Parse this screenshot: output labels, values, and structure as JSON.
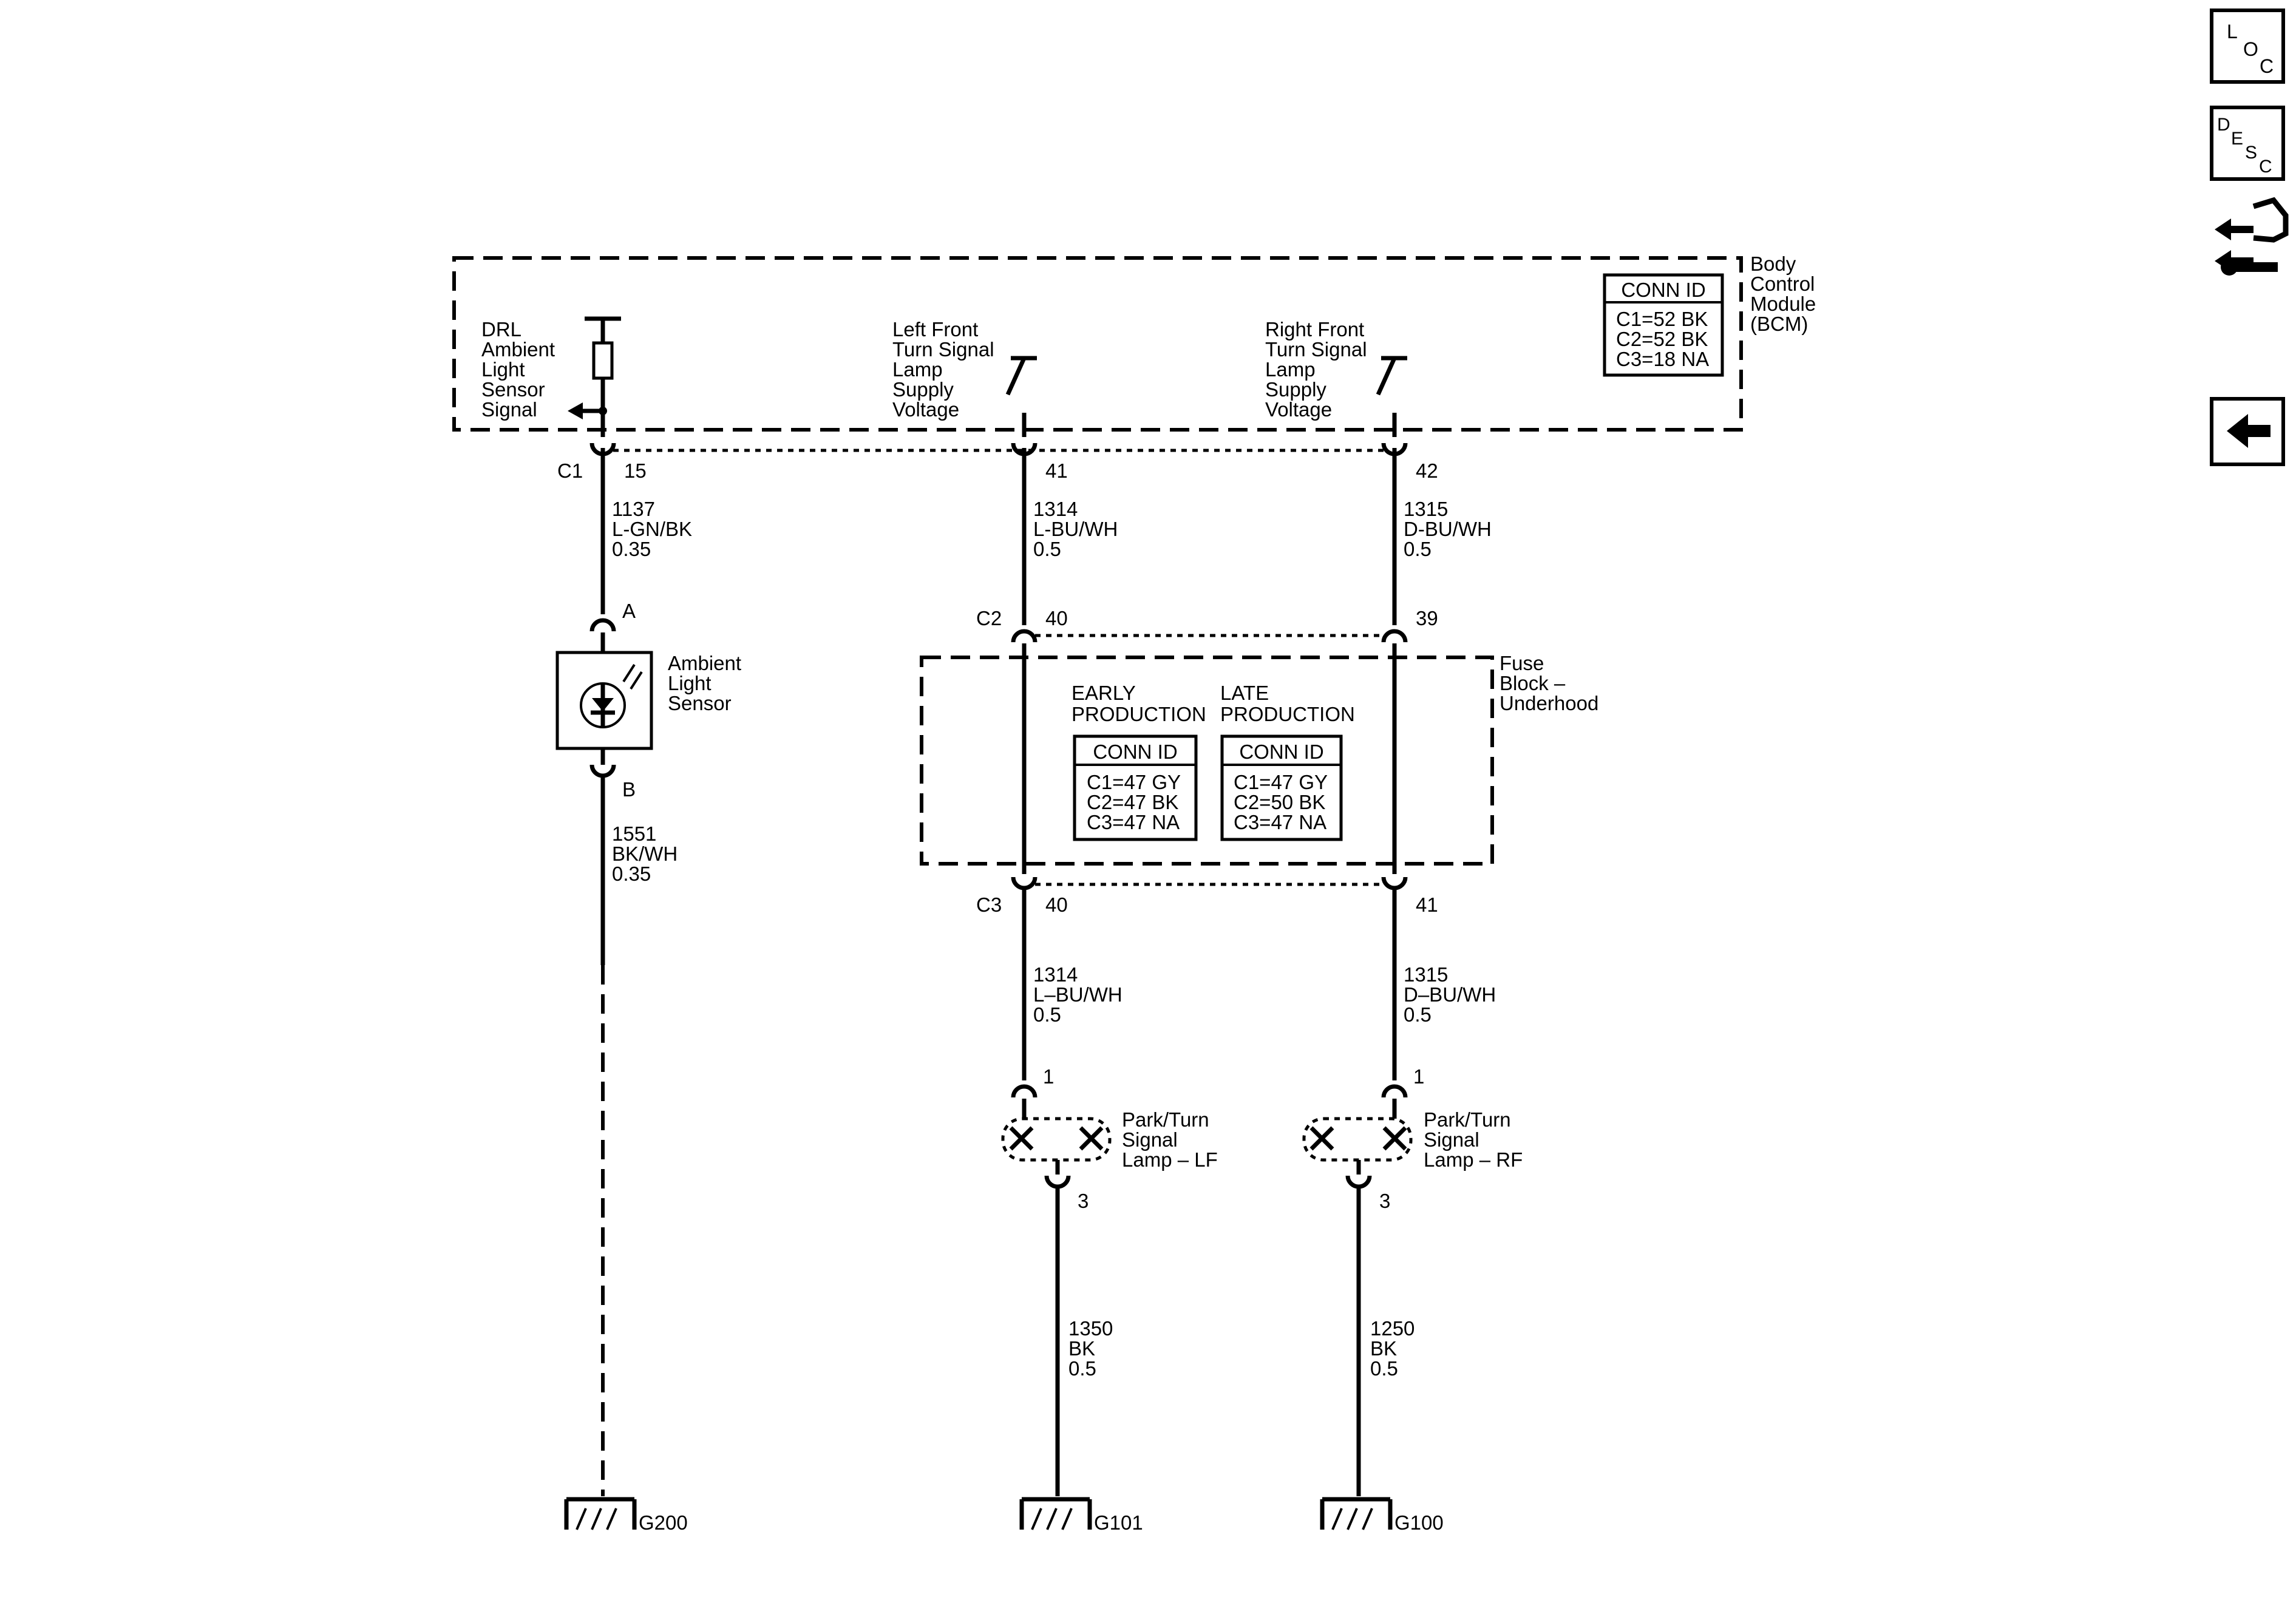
{
  "nav": {
    "loc": [
      "L",
      "O",
      "C"
    ],
    "desc": [
      "D",
      "E",
      "S",
      "C"
    ],
    "connector_icon": "connector-tool-icon",
    "back_icon": "back-arrow-icon"
  },
  "bcm": {
    "name": [
      "Body",
      "Control",
      "Module",
      "(BCM)"
    ],
    "conn_id": {
      "header": "CONN ID",
      "lines": [
        "C1=52 BK",
        "C2=52 BK",
        "C3=18 NA"
      ]
    },
    "drl_label": [
      "DRL",
      "Ambient",
      "Light",
      "Sensor",
      "Signal"
    ],
    "lf_label": [
      "Left Front",
      "Turn Signal",
      "Lamp",
      "Supply",
      "Voltage"
    ],
    "rf_label": [
      "Right Front",
      "Turn Signal",
      "Lamp",
      "Supply",
      "Voltage"
    ]
  },
  "fuse_block": {
    "name": [
      "Fuse",
      "Block –",
      "Underhood"
    ],
    "early": {
      "title": [
        "EARLY",
        "PRODUCTION"
      ],
      "header": "CONN ID",
      "lines": [
        "C1=47 GY",
        "C2=47 BK",
        "C3=47 NA"
      ]
    },
    "late": {
      "title": [
        "LATE",
        "PRODUCTION"
      ],
      "header": "CONN ID",
      "lines": [
        "C1=47 GY",
        "C2=50 BK",
        "C3=47 NA"
      ]
    }
  },
  "connectors": {
    "c1": "C1",
    "c1_pin_drl": "15",
    "c1_pin_lf": "41",
    "c1_pin_rf": "42",
    "c2": "C2",
    "c2_pin_lf": "40",
    "c2_pin_rf": "39",
    "c3": "C3",
    "c3_pin_lf": "40",
    "c3_pin_rf": "41"
  },
  "wires": {
    "w1137": [
      "1137",
      "L-GN/BK",
      "0.35"
    ],
    "w1551": [
      "1551",
      "BK/WH",
      "0.35"
    ],
    "w1314a": [
      "1314",
      "L-BU/WH",
      "0.5"
    ],
    "w1315a": [
      "1315",
      "D-BU/WH",
      "0.5"
    ],
    "w1314b": [
      "1314",
      "L–BU/WH",
      "0.5"
    ],
    "w1315b": [
      "1315",
      "D–BU/WH",
      "0.5"
    ],
    "w1350": [
      "1350",
      "BK",
      "0.5"
    ],
    "w1250": [
      "1250",
      "BK",
      "0.5"
    ]
  },
  "sensor": {
    "name": [
      "Ambient",
      "Light",
      "Sensor"
    ],
    "pin_a": "A",
    "pin_b": "B"
  },
  "lamps": {
    "lf": {
      "name": [
        "Park/Turn",
        "Signal",
        "Lamp – LF"
      ],
      "pin_in": "1",
      "pin_out": "3"
    },
    "rf": {
      "name": [
        "Park/Turn",
        "Signal",
        "Lamp – RF"
      ],
      "pin_in": "1",
      "pin_out": "3"
    }
  },
  "grounds": {
    "g200": "G200",
    "g101": "G101",
    "g100": "G100"
  }
}
